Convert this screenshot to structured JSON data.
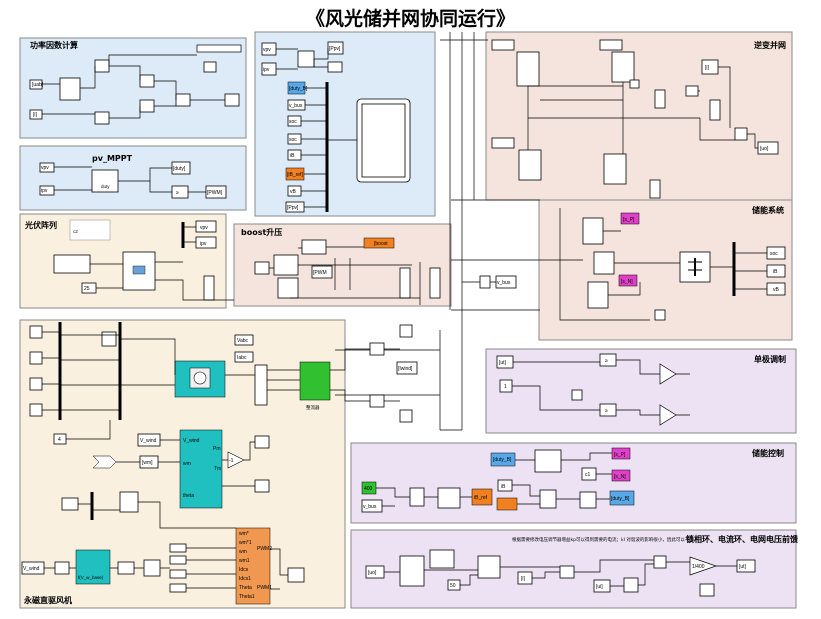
{
  "title": "《风光储并网协同运行》",
  "subsystems": {
    "power_factor": "功率因数计算",
    "pv_mppt": "pv_MPPT",
    "pv_array": "光伏阵列",
    "boost": "boost升压",
    "inverter": "逆变并网",
    "storage": "储能系统",
    "unipolar": "单极调制",
    "storage_ctrl": "储能控制",
    "pmsg": "永磁直驱风机",
    "feedforward": "锁相环、电流环、电网电压前馈"
  },
  "feedforward_note": "根据需要修改电压调节器增益kp可以得到需要的电流；kI 对谐波的影响很小，因此可以不加",
  "tags": {
    "uabc": "[uab]",
    "i": "[i]",
    "vpv": "vpv",
    "ipv": "ipv",
    "duty_tag": "[duty]",
    "duty": "duty",
    "pwm": "[PWM]",
    "ppv": "[Ppv]",
    "duty_b": "[duty_B]",
    "vbus": "v_bus",
    "soc": "soc",
    "ib": "iB",
    "vb": "vB",
    "ib_ref": "[iB_ref]",
    "ppv2": "[Ppv]",
    "boost_goto": "[boost",
    "pwm2": "[PWM",
    "vbus2": "v_bus",
    "s_p": "[s_P]",
    "s_n": "[s_N]",
    "soc2": "soc",
    "ib2": "iB",
    "vb2": "vB",
    "ui": "[ui]",
    "uo": "[uo]",
    "vabc": "Vabc",
    "iabc": "Iabc",
    "iwind": "[Iwind]",
    "v_wind": "V_wind",
    "wm": "[wm]",
    "rectifier": "整流器",
    "ut": "[ut]",
    "one": "1",
    "duty_b2": "[duty_B]",
    "s_p2": "[s_P]",
    "s_n2": "[s_N]",
    "c1": "c1",
    "c400": "400",
    "vbus3": "v_bus",
    "ib3": "iB",
    "ib_ref2": "iB_ref",
    "duty_b3": "[duty_B]",
    "v_wind2": "V_wind",
    "wind_fcn": "f(V_w_base)",
    "uo2": "[uo]",
    "fifty": "50",
    "ifb": "[i]",
    "ui2": "[ui]",
    "gain": "1/400",
    "ut2": "[ut]",
    "twenty_five": "25",
    "four": "4",
    "neg_one": "-1"
  },
  "pmsg_ports": [
    "V_wind",
    "wm",
    "Tm",
    "Pm",
    "theta"
  ],
  "pwm_ports": [
    "wm*",
    "wm*1",
    "wm",
    "wm1",
    "Idcs",
    "Idcs1",
    "Theta",
    "Theta1"
  ],
  "pwm_outputs": [
    "PWM2",
    "PWM1"
  ],
  "colors": {
    "power_factor_bg": "#dcebf7",
    "mppt_bg": "#dcebf7",
    "pv_bg": "#faf0df",
    "boost_bg": "#f4e4dd",
    "inverter_bg": "#f4e4dd",
    "storage_bg": "#f4e4dd",
    "unipolar_bg": "#ece2f3",
    "storage_ctrl_bg": "#ece2f3",
    "pmsg_bg": "#faf0df",
    "ff_bg": "#ece2f3",
    "pink_tag": "#e040c8",
    "orange_tag": "#f08020",
    "blue_tag": "#58a8e8",
    "green_block": "#30c030",
    "teal_block": "#20c0c0"
  }
}
